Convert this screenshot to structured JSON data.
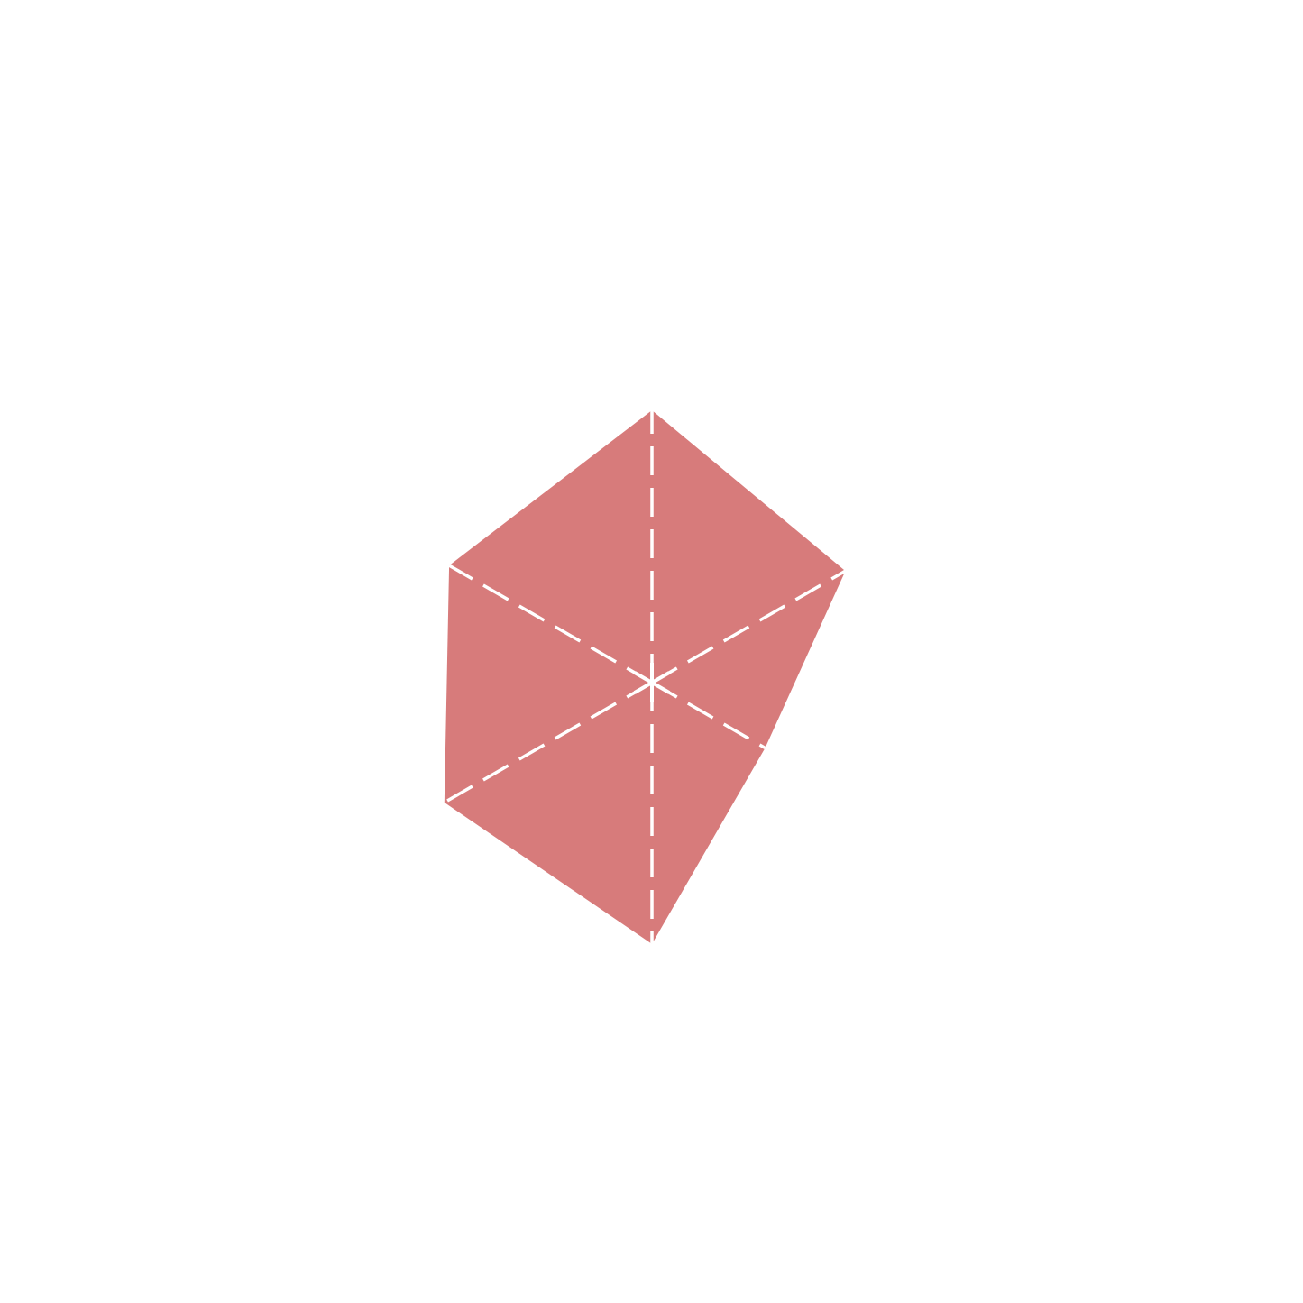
{
  "chart_data": {
    "type": "radar",
    "title": "",
    "axes_count": 6,
    "series": [
      {
        "values": [
          1.0,
          0.82,
          0.48,
          0.96,
          0.88,
          0.86
        ]
      }
    ],
    "rlim": [
      0,
      1
    ],
    "grid": false,
    "spokes": "dashed",
    "legend": "none",
    "fill_color": "#d77b7b",
    "spoke_color": "#ffffff",
    "center_marker_color": "#ffffff",
    "background": "#ffffff"
  }
}
